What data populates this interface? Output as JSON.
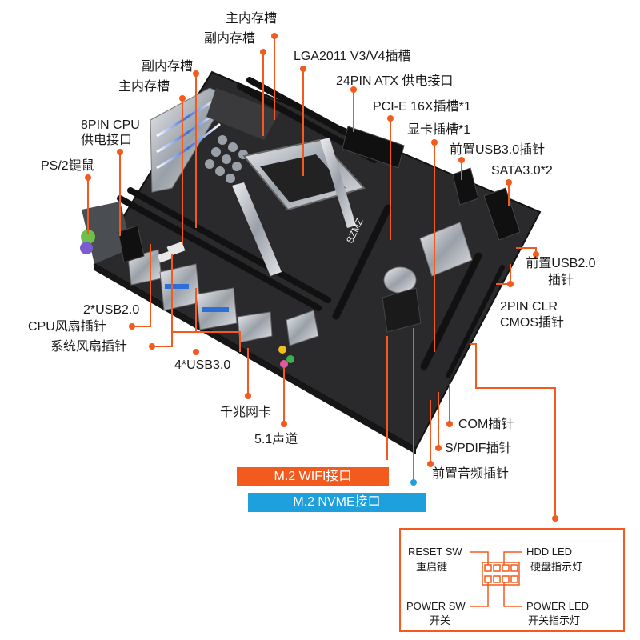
{
  "colors": {
    "leader": "#f25a1e",
    "nvme": "#1ea0dc",
    "wifi": "#f25a1e",
    "board": "#2b2b2d",
    "slot": "#1a1a1a",
    "silver": "#c9ccd2"
  },
  "labels": {
    "main_mem_slot_top": "主内存槽",
    "sub_mem_slot_top": "副内存槽",
    "cpu_socket": "LGA2011 V3/V4插槽",
    "sub_mem_slot_left": "副内存槽",
    "atx24": "24PIN ATX 供电接口",
    "main_mem_slot_left": "主内存槽",
    "pcie16": "PCI-E 16X插槽*1",
    "cpu8pin_1": "8PIN CPU",
    "cpu8pin_2": "供电接口",
    "gpu_slot": "显卡插槽*1",
    "usb30_front": "前置USB3.0插针",
    "ps2": "PS/2键鼠",
    "sata": "SATA3.0*2",
    "usb20_front_1": "前置USB2.0",
    "usb20_front_2": "插针",
    "clr_1": "2PIN CLR",
    "clr_2": "CMOS插针",
    "usb20_rear": "2*USB2.0",
    "cpu_fan": "CPU风扇插针",
    "sys_fan": "系统风扇插针",
    "usb30_rear": "4*USB3.0",
    "lan": "千兆网卡",
    "audio": "5.1声道",
    "com": "COM插针",
    "spdif": "S/PDIF插针",
    "front_audio": "前置音频插针"
  },
  "banners": {
    "wifi": "M.2 WIFI接口",
    "nvme": "M.2 NVME接口"
  },
  "front_panel": {
    "reset_en": "RESET SW",
    "reset_cn": "重启键",
    "hdd_en": "HDD  LED",
    "hdd_cn": "硬盘指示灯",
    "power_en": "POWER SW",
    "power_cn": "开关",
    "pled_en": "POWER LED",
    "pled_cn": "开关指示灯"
  },
  "board_silkscreen": {
    "brand": "SZMZ"
  }
}
